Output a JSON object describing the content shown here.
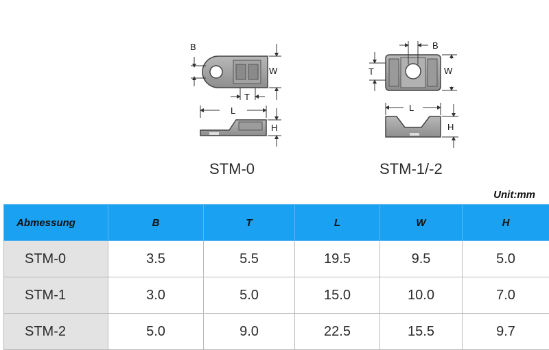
{
  "diagrams": [
    {
      "model": "STM-0",
      "labels": {
        "B": "B",
        "W": "W",
        "T": "T",
        "L": "L",
        "H": "H"
      }
    },
    {
      "model": "STM-1/-2",
      "labels": {
        "B": "B",
        "T": "T",
        "W": "W",
        "L": "L",
        "H": "H"
      }
    }
  ],
  "unit": "Unit:mm",
  "table": {
    "headers": [
      "Abmessung",
      "B",
      "T",
      "L",
      "W",
      "H"
    ],
    "rows": [
      [
        "STM-0",
        "3.5",
        "5.5",
        "19.5",
        "9.5",
        "5.0"
      ],
      [
        "STM-1",
        "3.0",
        "5.0",
        "15.0",
        "10.0",
        "7.0"
      ],
      [
        "STM-2",
        "5.0",
        "9.0",
        "22.5",
        "15.5",
        "9.7"
      ]
    ]
  }
}
